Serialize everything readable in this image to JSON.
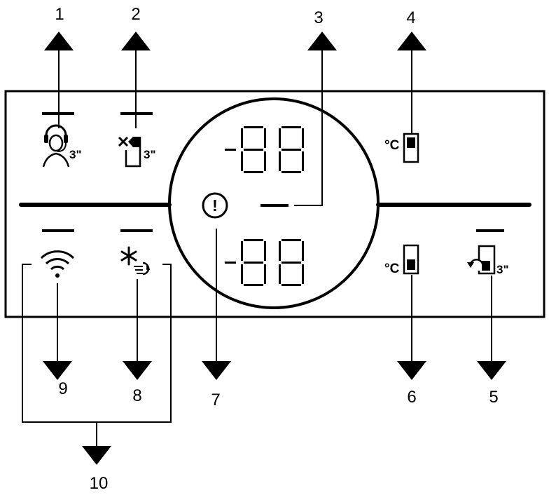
{
  "callouts": [
    "1",
    "2",
    "3",
    "4",
    "5",
    "6",
    "7",
    "8",
    "9",
    "10"
  ],
  "icons": {
    "help": {
      "name": "headset-icon",
      "suffix": "3\""
    },
    "lock": {
      "name": "door-lock-icon",
      "suffix": "3\""
    },
    "freezer_temp": {
      "name": "freezer-temp-icon",
      "unit": "°C"
    },
    "fridge_temp": {
      "name": "fridge-temp-icon",
      "unit": "°C"
    },
    "mode": {
      "name": "mode-cycle-icon",
      "suffix": "3\""
    },
    "warning": {
      "name": "warning-icon",
      "symbol": "!"
    },
    "wifi": {
      "name": "wifi-icon"
    },
    "quick_freeze": {
      "name": "quick-freeze-icon"
    }
  },
  "colors": {
    "ink": "#000000",
    "background": "#ffffff"
  }
}
